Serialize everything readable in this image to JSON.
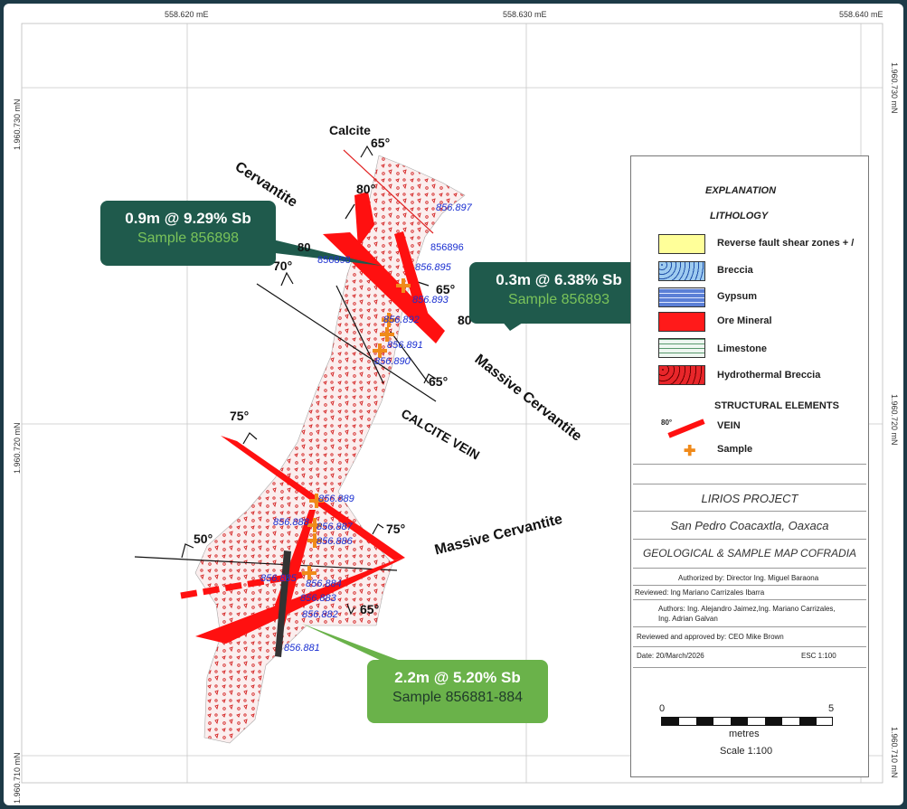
{
  "map": {
    "easting_labels": [
      "558.620 mE",
      "558.630 mE",
      "558.640 mE"
    ],
    "northing_labels": [
      "1.960.730 mN",
      "1.960.720 mN",
      "1.960.710 mN"
    ],
    "dip_labels": [
      "65°",
      "80°",
      "80",
      "70°",
      "65°",
      "80°",
      "65°",
      "75°",
      "75°",
      "50°",
      "65°"
    ],
    "feature_labels": {
      "calcite": "Calcite",
      "cervantite": "Cervantite",
      "massive_cervantite_1": "Massive Cervantite",
      "calcite_vein": "CALCITE VEIN",
      "massive_cervantite_2": "Massive Cervantite"
    },
    "samples": [
      "856.897",
      "856896",
      "856.895",
      "856898",
      "856.893",
      "856.892",
      "856.891",
      "856.890",
      "856.889",
      "856.888",
      "856.887",
      "856.886",
      "856.885",
      "856.884",
      "856.883",
      "856.882",
      "856.881"
    ]
  },
  "callouts": [
    {
      "grade": "0.9m @ 9.29% Sb",
      "sample": "Sample 856898",
      "bg": "#1f5a4c",
      "sample_color": "#7ac35a"
    },
    {
      "grade": "0.3m @ 6.38% Sb",
      "sample": "Sample 856893",
      "bg": "#1f5a4c",
      "sample_color": "#7ac35a"
    },
    {
      "grade": "2.2m @ 5.20% Sb",
      "sample": "Sample 856881-884",
      "bg": "#6ab24a",
      "sample_color": "#1f3a2a"
    }
  ],
  "legend": {
    "title": "EXPLANATION",
    "lithology_title": "LITHOLOGY",
    "lithology": [
      {
        "name": "Reverse fault shear zones + /",
        "color": "#ffff99"
      },
      {
        "name": "Breccia",
        "color": "#9ecbf0"
      },
      {
        "name": "Gypsum",
        "color": "#5b7fd6"
      },
      {
        "name": "Ore Mineral",
        "color": "#ff1a1a"
      },
      {
        "name": "Limestone",
        "color": "#e8f4ec"
      },
      {
        "name": "Hydrothermal Breccia",
        "color": "#e8262a"
      }
    ],
    "structural_title": "STRUCTURAL ELEMENTS",
    "vein_dip": "80°",
    "vein_label": "VEIN",
    "sample_label": "Sample",
    "project": "LIRIOS PROJECT",
    "location": "San Pedro Coacaxtla, Oaxaca",
    "map_title": "GEOLOGICAL  & SAMPLE MAP COFRADIA",
    "authorized": "Authorized by: Director  Ing. Miguel Baraona",
    "reviewed": "Reviewed: Ing Mariano Carrizales Ibarra",
    "authors_1": "Authors: Ing. Alejandro Jaimez,Ing. Mariano Carrizales,",
    "authors_2": "Ing. Adrian Galvan",
    "approved": "Reviewed and approved by: CEO Mike Brown",
    "date": "Date: 20/March/2026",
    "esc": "ESC 1:100",
    "scale_0": "0",
    "scale_5": "5",
    "scale_unit": "metres",
    "scale_text": "Scale 1:100"
  }
}
